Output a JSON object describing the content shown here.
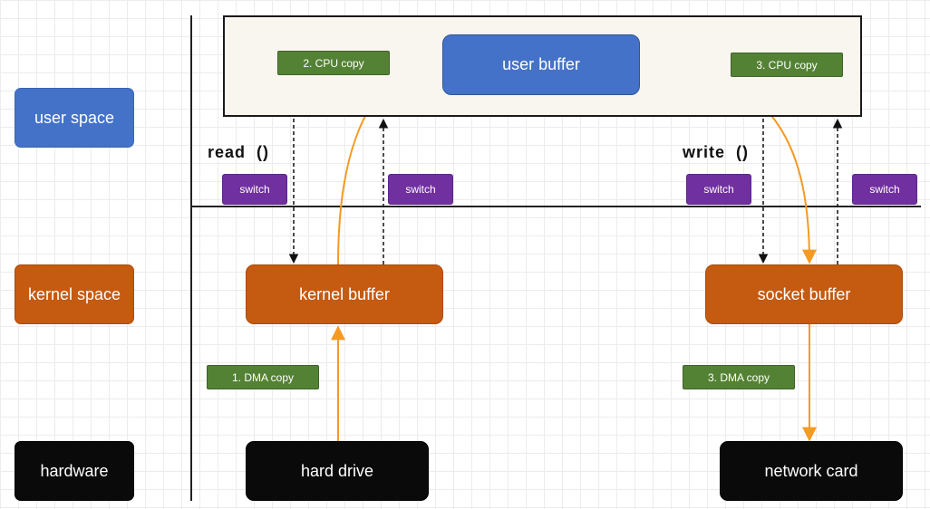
{
  "layers": {
    "user_space": "user space",
    "kernel_space": "kernel space",
    "hardware": "hardware"
  },
  "nodes": {
    "user_buffer": "user buffer",
    "kernel_buffer": "kernel buffer",
    "socket_buffer": "socket buffer",
    "hard_drive": "hard drive",
    "network_card": "network card"
  },
  "copies": {
    "cpu_copy_2": "2. CPU copy",
    "cpu_copy_3": "3. CPU copy",
    "dma_copy_1": "1. DMA copy",
    "dma_copy_3": "3. DMA copy"
  },
  "calls": {
    "read": "read  ()",
    "write": "write  ()"
  },
  "switch_label": "switch",
  "colors": {
    "user": "#4472c8",
    "kernel": "#c55a11",
    "hardware": "#0a0a0a",
    "copy": "#548235",
    "switch": "#7030a0",
    "data_path": "#f59a23",
    "control": "#111111",
    "user_area_bg": "#f8f6ee"
  }
}
